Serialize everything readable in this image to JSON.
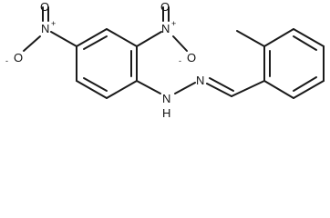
{
  "molecule": {
    "labels": {
      "n_plus": "N",
      "o_minus": "O",
      "o_double": "O",
      "hydrazone_n": "N",
      "hydrazone_nh": "N",
      "h": "H"
    },
    "charges": {
      "plus": "+",
      "minus": "-"
    }
  }
}
